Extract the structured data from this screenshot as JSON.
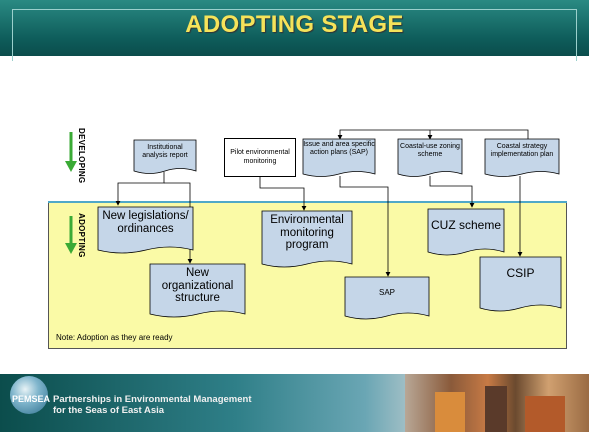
{
  "title": "ADOPTING STAGE",
  "stages": {
    "developing": "DEVELOPING",
    "adopting": "ADOPTING"
  },
  "developing_items": {
    "institutional": "Institutional analysis report",
    "pilot": "Pilot environmental monitoring",
    "sap": "Issue and area specific action plans (SAP)",
    "coastal_use": "Coastal-use zoning scheme",
    "coastal_strategy": "Coastal strategy implementation plan"
  },
  "adopting_items": {
    "legislation": "New legislations/ ordinances",
    "org_structure": "New organizational structure",
    "env_program": "Environmental monitoring program",
    "cuz": "CUZ scheme",
    "sap": "SAP",
    "csip": "CSIP"
  },
  "note": "Note: Adoption as they are ready",
  "footer": {
    "logo_text": "PEMSEA",
    "line1": "Partnerships in Environmental Management",
    "line2": "for the Seas of East Asia"
  },
  "colors": {
    "title_text": "#f5e35a",
    "title_bar": "#0e5c5a",
    "adopt_area": "#fafaa6",
    "doc_fill": "#c5d6e8",
    "arrow_green": "#3aaa35",
    "divider": "#4fa8c8"
  }
}
